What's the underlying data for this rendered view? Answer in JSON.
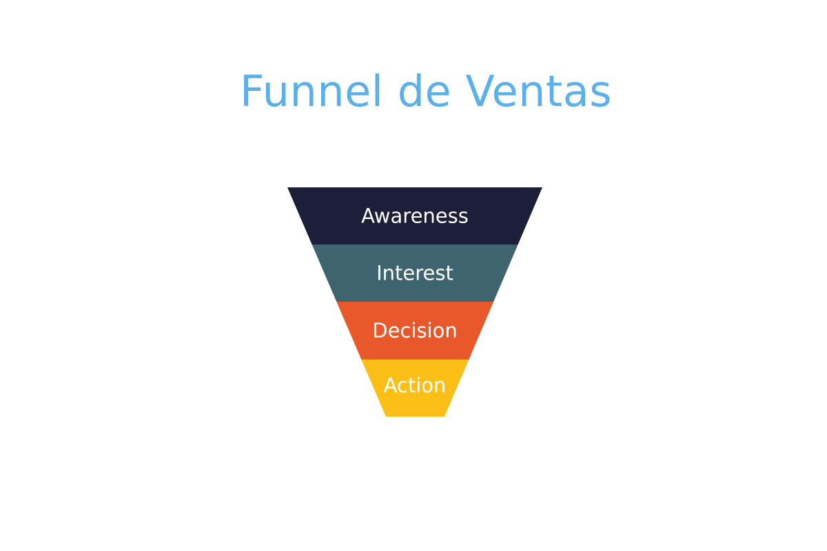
{
  "title": "Funnel de Ventas",
  "funnel": {
    "stages": [
      {
        "label": "Awareness",
        "color": "#1c1e3a"
      },
      {
        "label": "Interest",
        "color": "#3e6470"
      },
      {
        "label": "Decision",
        "color": "#e8582a"
      },
      {
        "label": "Action",
        "color": "#fbbf17"
      }
    ]
  }
}
